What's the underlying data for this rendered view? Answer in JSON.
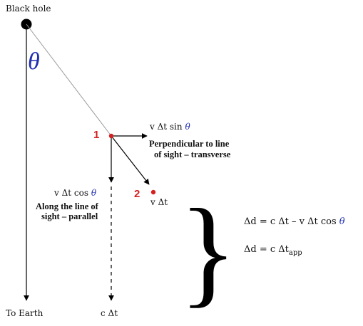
{
  "labels": {
    "black_hole": "Black hole",
    "to_earth": "To Earth",
    "theta": "θ",
    "point1": "1",
    "point2": "2",
    "transverse_velocity_prefix": "v Δt sin ",
    "transverse_caption_line1": "Perpendicular to line",
    "transverse_caption_line2": "of sight – transverse",
    "parallel_velocity_prefix": "v Δt cos ",
    "parallel_caption_line1": "Along the line of",
    "parallel_caption_line2": "sight – parallel",
    "velocity": "v Δt",
    "c_dt": "c Δt",
    "brace": "}"
  },
  "equations": {
    "eq1_prefix": "Δd = c Δt – v Δt cos ",
    "eq2_prefix": "Δd = c Δt",
    "eq2_subscript": "app"
  },
  "colors": {
    "theta": "#1f2fb0",
    "point_markers": "#d42020",
    "ink": "#000000",
    "guide_line": "#9a9a9a"
  }
}
